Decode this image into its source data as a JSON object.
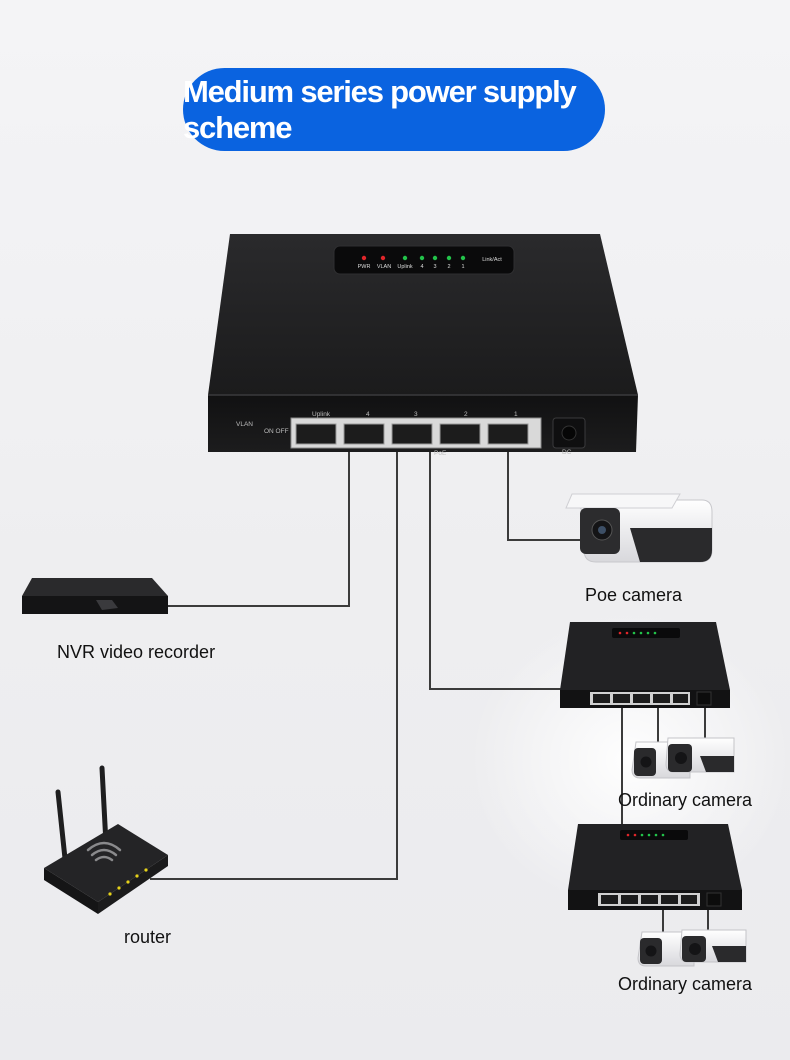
{
  "title": "Medium series power supply scheme",
  "switch_main": {
    "led_labels": [
      "PWR",
      "VLAN",
      "Uplink",
      "4",
      "3",
      "2",
      "1"
    ],
    "link_act_label": "Link/Act",
    "vlan_label": "VLAN",
    "onoff_label": "ON OFF",
    "port_labels": [
      "Uplink",
      "4",
      "3",
      "2",
      "1"
    ],
    "poe_label": "PoE",
    "dc_label": "DC"
  },
  "devices": {
    "poe_camera": "Poe camera",
    "nvr": "NVR video recorder",
    "ordinary_camera_1": "Ordinary camera",
    "ordinary_camera_2": "Ordinary camera",
    "router": "router"
  },
  "colors": {
    "title_bg": "#0a63e0",
    "title_text": "#ffffff",
    "switch_body": "#1a1a1b",
    "led_red": "#e0262a",
    "led_green": "#22c34a",
    "cable": "#3b3b3b"
  }
}
